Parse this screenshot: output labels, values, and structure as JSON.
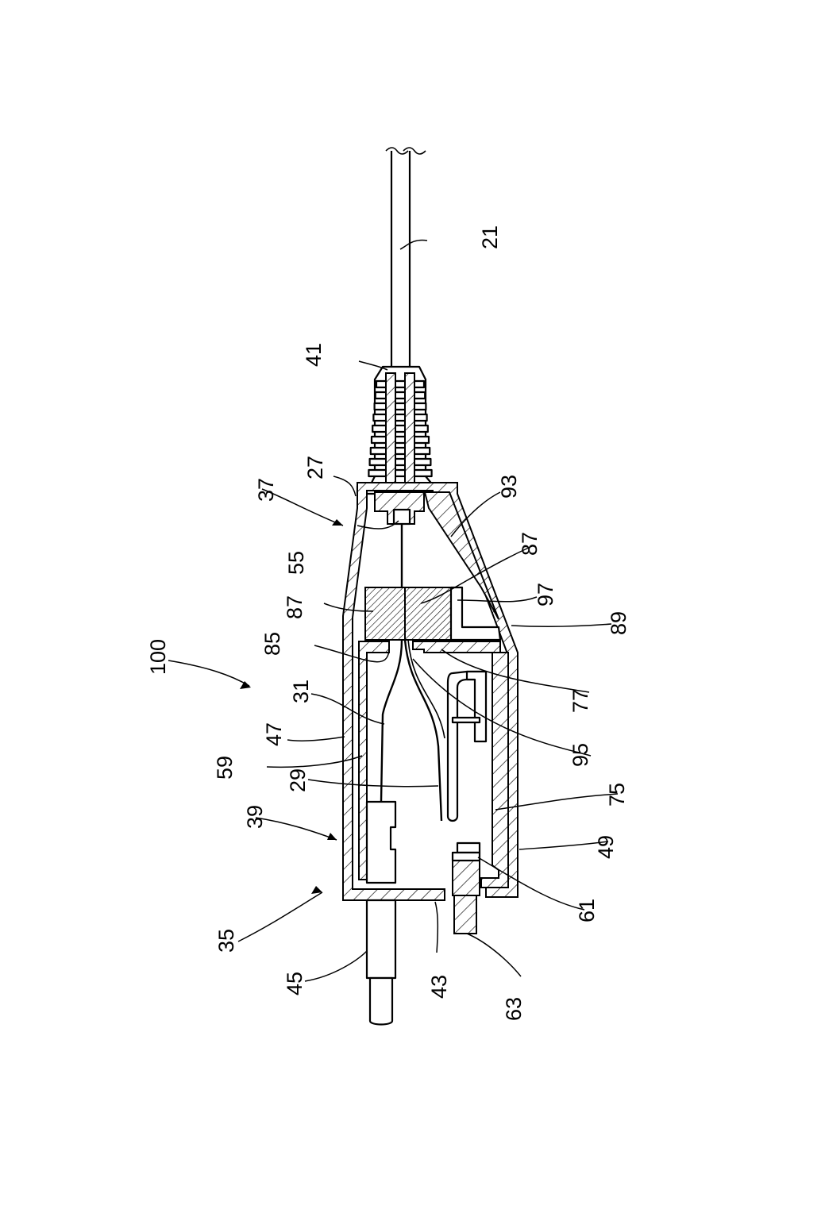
{
  "diagram": {
    "type": "patent-drawing",
    "orientation": "rotated-90-ccw",
    "line_color": "#000000",
    "background": "#ffffff",
    "reference_numerals": {
      "fig_assembly": "100",
      "cable": "21",
      "boot": "41",
      "fiber_end": "27",
      "housing_front": "37",
      "ferrule_stub": "55",
      "block_a": "87",
      "block_b": "87",
      "gap": "85",
      "fiber": "31",
      "body_wall": "47",
      "cavity": "59",
      "fiber_branch": "29",
      "rear_section": "39",
      "connector": "35",
      "pin": "45",
      "rear_wall": "43",
      "latch": "63",
      "spring_seat": "61",
      "bottom_wall": "49",
      "inner_surface": "75",
      "clip": "95",
      "plate": "77",
      "slope": "89",
      "groove": "97",
      "wedge": "93"
    }
  }
}
